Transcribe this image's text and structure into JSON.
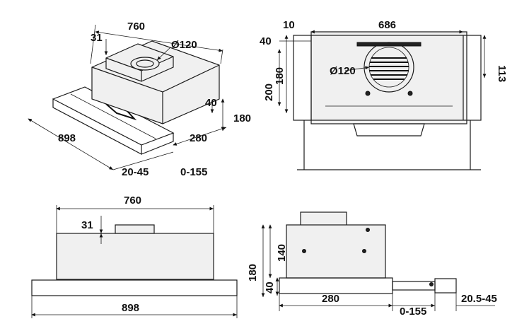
{
  "views": {
    "iso": {
      "width": "760",
      "offset": "31",
      "duct": "Ø120",
      "depth_front": "40",
      "height": "180",
      "total_width": "898",
      "depth": "280",
      "lip": "20-45",
      "slide": "0-155"
    },
    "front_inner": {
      "top_gap": "10",
      "inner_width": "686",
      "side": "40",
      "height_a": "180",
      "height_b": "200",
      "duct": "Ø120",
      "right_height": "113"
    },
    "front": {
      "width": "760",
      "offset": "31",
      "total_width": "898"
    },
    "side": {
      "height_a": "140",
      "height_b": "180",
      "front": "40",
      "depth": "280",
      "slide": "0-155",
      "lip": "20.5-45"
    }
  }
}
